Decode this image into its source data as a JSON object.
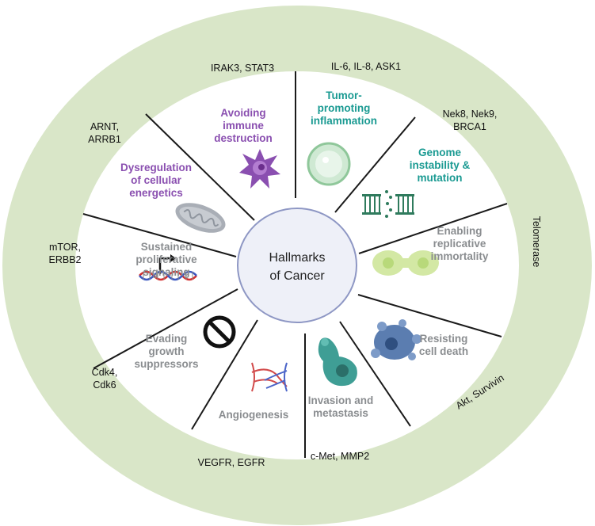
{
  "center": {
    "line1": "Hallmarks",
    "line2": "of Cancer"
  },
  "colors": {
    "ring": "#d9e6c8",
    "inner": "#ffffff",
    "center_fill": "#eef0f8",
    "center_stroke": "#8e97c4",
    "divider": "#1a1a1a",
    "purple": "#8a4fb0",
    "teal": "#1a9a92",
    "gray": "#8a8d90"
  },
  "segments": [
    {
      "lines": [
        "Avoiding",
        "immune",
        "destruction"
      ],
      "color": "purple",
      "genes": [
        "IRAK3, STAT3"
      ]
    },
    {
      "lines": [
        "Tumor-",
        "promoting",
        "inflammation"
      ],
      "color": "teal",
      "genes": [
        "IL-6, IL-8, ASK1"
      ]
    },
    {
      "lines": [
        "Genome",
        "instability &",
        "mutation"
      ],
      "color": "teal",
      "genes": [
        "Nek8, Nek9,",
        "BRCA1"
      ]
    },
    {
      "lines": [
        "Enabling",
        "replicative",
        "immortality"
      ],
      "color": "gray",
      "genes": [
        "Telomerase"
      ]
    },
    {
      "lines": [
        "Resisting",
        "cell death"
      ],
      "color": "gray",
      "genes": [
        "Akt, Survivin"
      ]
    },
    {
      "lines": [
        "Invasion and",
        "metastasis"
      ],
      "color": "gray",
      "genes": [
        "c-Met, MMP2"
      ]
    },
    {
      "lines": [
        "Angiogenesis"
      ],
      "color": "gray",
      "genes": [
        "VEGFR, EGFR"
      ]
    },
    {
      "lines": [
        "Evading",
        "growth",
        "suppressors"
      ],
      "color": "gray",
      "genes": [
        "Cdk4,",
        "Cdk6"
      ]
    },
    {
      "lines": [
        "Sustained",
        "proliferative",
        "signaling"
      ],
      "color": "gray",
      "genes": [
        "mTOR,",
        "ERBB2"
      ]
    },
    {
      "lines": [
        "Dysregulation",
        "of cellular",
        "energetics"
      ],
      "color": "purple",
      "genes": [
        "ARNT,",
        "ARRB1"
      ]
    }
  ],
  "icons": [
    "dendritic-cell-icon",
    "immune-cell-icon",
    "dna-break-icon",
    "dividing-cell-icon",
    "apoptotic-cell-icon",
    "metastatic-cell-icon",
    "blood-vessel-icon",
    "prohibited-icon",
    "gene-dna-icon",
    "mitochondrion-icon"
  ]
}
